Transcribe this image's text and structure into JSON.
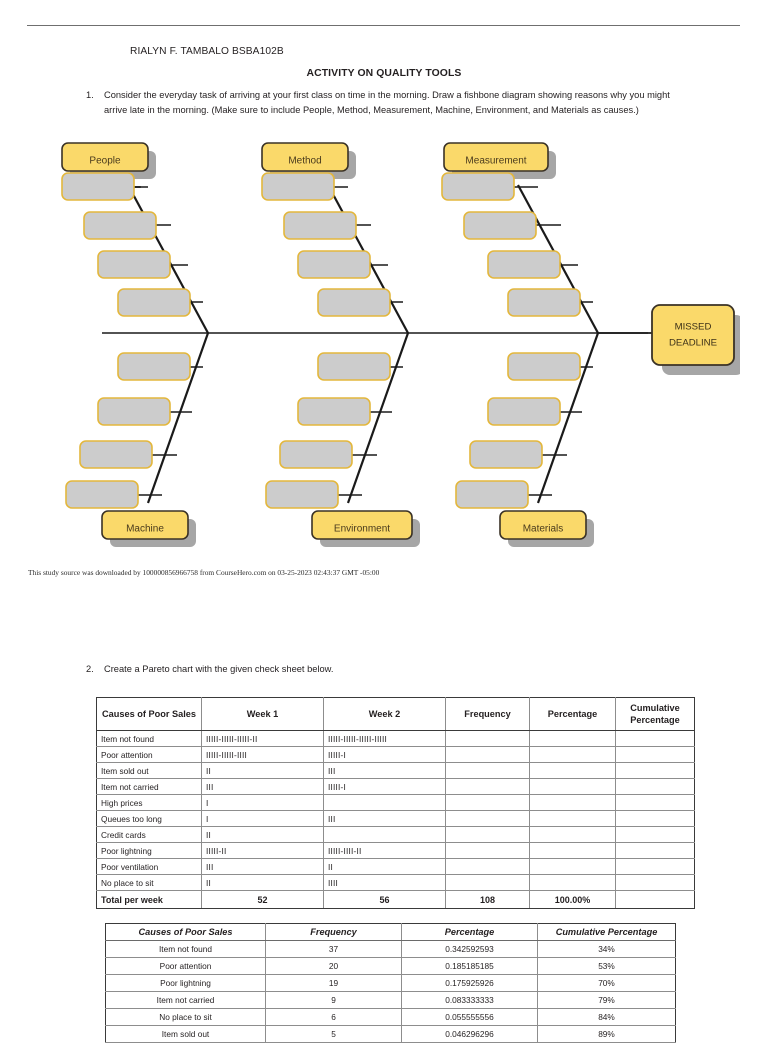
{
  "document": {
    "student_name": "RIALYN F. TAMBALO BSBA102B",
    "title": "ACTIVITY ON QUALITY TOOLS",
    "watermark": "This study source was downloaded by 100000856966758 from CourseHero.com on 03-25-2023 02:43:37 GMT -05:00"
  },
  "question1": {
    "number": "1.",
    "text": "Consider the everyday task of arriving at your first class on time in the morning. Draw a fishbone diagram showing reasons why you might arrive late in the morning. (Make sure to include People, Method, Measurement, Machine, Environment, and Materials as causes.)"
  },
  "question2": {
    "number": "2.",
    "text": "Create a Pareto chart with the given check sheet below."
  },
  "fishbone": {
    "effect_label": "MISSED\nDEADLINE",
    "effect_line1": "MISSED",
    "effect_line2": "DEADLINE",
    "colors": {
      "category_fill": "#FAD96A",
      "category_border": "#3a3226",
      "cause_fill": "#CCCCCC",
      "cause_border": "#E3B73D",
      "shadow": "#A6A6A6",
      "spine": "#1a1a1a"
    },
    "categories_top": [
      "People",
      "Method",
      "Measurement"
    ],
    "categories_bottom": [
      "Machine",
      "Environment",
      "Materials"
    ],
    "cause_boxes_per_branch": 4,
    "cause_box_label": ""
  },
  "check_sheet": {
    "headers": [
      "Causes of Poor Sales",
      "Week 1",
      "Week 2",
      "Frequency",
      "Percentage",
      "Cumulative Percentage"
    ],
    "rows": [
      {
        "cause": "Item not found",
        "week1": "IIIII-IIIII-IIIII-II",
        "week2": "IIIII-IIIII-IIIII-IIIII",
        "frequency": "",
        "percentage": "",
        "cumulative": ""
      },
      {
        "cause": "Poor attention",
        "week1": "IIIII-IIIII-IIII",
        "week2": "IIIII-I",
        "frequency": "",
        "percentage": "",
        "cumulative": ""
      },
      {
        "cause": "Item sold out",
        "week1": "II",
        "week2": "III",
        "frequency": "",
        "percentage": "",
        "cumulative": ""
      },
      {
        "cause": "Item not carried",
        "week1": "III",
        "week2": "IIIII-I",
        "frequency": "",
        "percentage": "",
        "cumulative": ""
      },
      {
        "cause": "High prices",
        "week1": "I",
        "week2": "",
        "frequency": "",
        "percentage": "",
        "cumulative": ""
      },
      {
        "cause": "Queues too long",
        "week1": "I",
        "week2": "III",
        "frequency": "",
        "percentage": "",
        "cumulative": ""
      },
      {
        "cause": "Credit cards",
        "week1": "II",
        "week2": "",
        "frequency": "",
        "percentage": "",
        "cumulative": ""
      },
      {
        "cause": "Poor lightning",
        "week1": "IIIII-II",
        "week2": "IIIII-IIII-II",
        "frequency": "",
        "percentage": "",
        "cumulative": ""
      },
      {
        "cause": "Poor ventilation",
        "week1": "III",
        "week2": "II",
        "frequency": "",
        "percentage": "",
        "cumulative": ""
      },
      {
        "cause": "No place to sit",
        "week1": "II",
        "week2": "IIII",
        "frequency": "",
        "percentage": "",
        "cumulative": ""
      }
    ],
    "total_row": {
      "label": "Total per week",
      "week1": "52",
      "week2": "56",
      "frequency": "108",
      "percentage": "100.00%",
      "cumulative": ""
    }
  },
  "pareto_table": {
    "headers": [
      "Causes of Poor Sales",
      "Frequency",
      "Percentage",
      "Cumulative Percentage"
    ],
    "rows": [
      {
        "cause": "Item not found",
        "frequency": "37",
        "percentage": "0.342592593",
        "cumulative": "34%"
      },
      {
        "cause": "Poor attention",
        "frequency": "20",
        "percentage": "0.185185185",
        "cumulative": "53%"
      },
      {
        "cause": "Poor lightning",
        "frequency": "19",
        "percentage": "0.175925926",
        "cumulative": "70%"
      },
      {
        "cause": "Item not carried",
        "frequency": "9",
        "percentage": "0.083333333",
        "cumulative": "79%"
      },
      {
        "cause": "No place to sit",
        "frequency": "6",
        "percentage": "0.055555556",
        "cumulative": "84%"
      },
      {
        "cause": "Item sold out",
        "frequency": "5",
        "percentage": "0.046296296",
        "cumulative": "89%"
      }
    ]
  },
  "chart_data": {
    "type": "table",
    "title": "Pareto check sheet — Causes of Poor Sales",
    "categories": [
      "Item not found",
      "Poor attention",
      "Poor lightning",
      "Item not carried",
      "No place to sit",
      "Item sold out"
    ],
    "series": [
      {
        "name": "Frequency",
        "values": [
          37,
          20,
          19,
          9,
          6,
          5
        ]
      },
      {
        "name": "Percentage",
        "values": [
          0.342592593,
          0.185185185,
          0.175925926,
          0.083333333,
          0.055555556,
          0.046296296
        ]
      },
      {
        "name": "Cumulative Percentage",
        "values": [
          34,
          53,
          70,
          79,
          84,
          89
        ]
      }
    ],
    "xlabel": "Causes of Poor Sales",
    "ylabel": "Frequency",
    "total_frequency": 108,
    "week1_total": 52,
    "week2_total": 56,
    "grid": false,
    "legend": "none"
  }
}
